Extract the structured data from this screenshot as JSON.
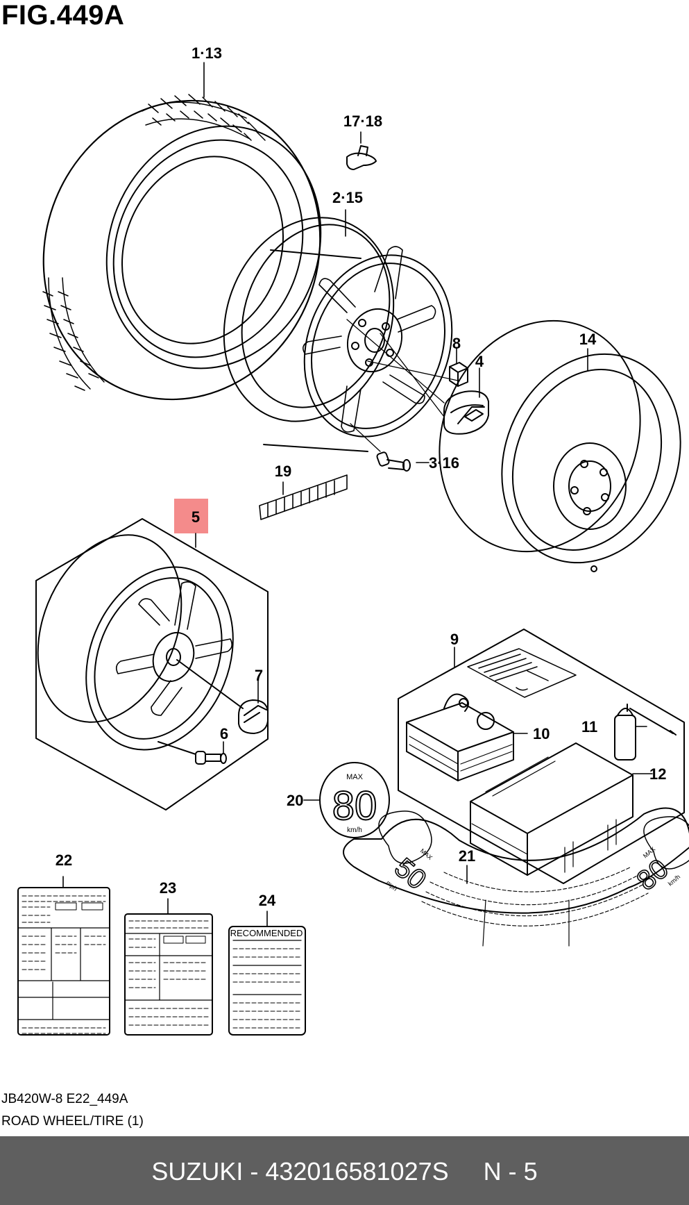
{
  "figure": {
    "title": "FIG.449A",
    "code": "JB420W-8 E22_449A",
    "name": "ROAD WHEEL/TIRE (1)"
  },
  "callouts": {
    "c1": "1·13",
    "c17": "17·18",
    "c2": "2·15",
    "c8": "8",
    "c4": "4",
    "c14": "14",
    "c3": "3·16",
    "c19": "19",
    "c5": "5",
    "c7": "7",
    "c6": "6",
    "c9": "9",
    "c10": "10",
    "c11": "11",
    "c12": "12",
    "c20": "20",
    "c21": "21",
    "c22": "22",
    "c23": "23",
    "c24": "24"
  },
  "speed_label": {
    "max": "MAX",
    "value": "80",
    "unit": "km/h"
  },
  "strip_marks": {
    "left_max": "MAX",
    "left_value": "50",
    "left_unit": "mph",
    "right_max": "MAX",
    "right_value": "80",
    "right_unit": "km/h"
  },
  "label24_title": "RECOMMENDED",
  "highlight_color": "#f48b8b",
  "bottom_bar": {
    "text": "SUZUKI - 432016581027S     N - 5",
    "bg": "#5f5f5f"
  }
}
